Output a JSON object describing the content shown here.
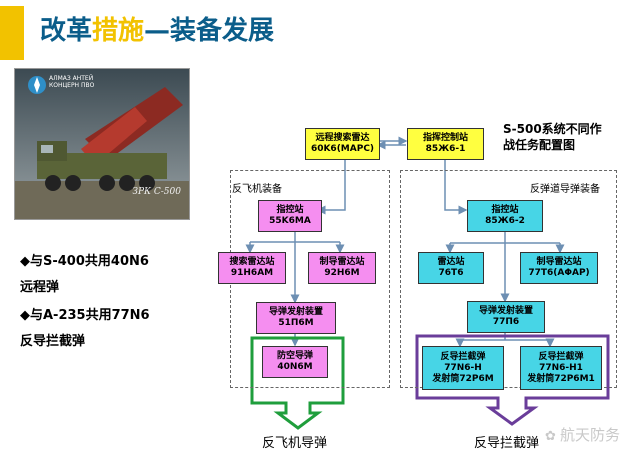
{
  "title": {
    "prefix": "改革",
    "highlight": "措施",
    "suffix": "—装备发展"
  },
  "photo": {
    "caption": "ЗРК С-500",
    "brand": "АЛМАЗ АНТЕЙ КОНЦЕРН ПВО"
  },
  "bullets": [
    {
      "line1": "◆与S-400共用40N6",
      "line2": "远程弹"
    },
    {
      "line1": "◆与A-235共用77N6",
      "line2": "反导拦截弹"
    }
  ],
  "system_title": "S-500系统不同作战任务配置图",
  "top_boxes": {
    "radar": {
      "name": "远程搜索雷达",
      "code": "60K6(MAPC)"
    },
    "command": {
      "name": "指挥控制站",
      "code": "85Ж6-1"
    }
  },
  "left_group": {
    "label": "反飞机装备",
    "control": {
      "name": "指控站",
      "code": "55K6MA"
    },
    "search_radar": {
      "name": "搜索雷达站",
      "code": "91H6AM"
    },
    "guidance_radar": {
      "name": "制导雷达站",
      "code": "92H6M"
    },
    "launcher": {
      "name": "导弹发射装置",
      "code": "51П6M"
    },
    "missile": {
      "name": "防空导弹",
      "code": "40N6M"
    },
    "output_label": "反飞机导弹"
  },
  "right_group": {
    "label": "反弹道导弹装备",
    "control": {
      "name": "指控站",
      "code": "85Ж6-2"
    },
    "radar": {
      "name": "雷达站",
      "code": "76T6"
    },
    "guidance_radar": {
      "name": "制导雷达站",
      "code": "77T6(AΦAP)"
    },
    "launcher": {
      "name": "导弹发射装置",
      "code": "77П6"
    },
    "missile1": {
      "name": "反导拦截弹",
      "code": "77N6-H",
      "tube": "发射筒72P6M"
    },
    "missile2": {
      "name": "反导拦截弹",
      "code": "77N6-H1",
      "tube": "发射筒72P6M1"
    },
    "output_label": "反导拦截弹"
  },
  "watermark": "航天防务",
  "colors": {
    "accent": "#f2c200",
    "title": "#0b5d8a",
    "pink": "#f58ef0",
    "cyan": "#47d5e6",
    "yellow": "#ffff40",
    "green": "#1f9e3c",
    "purple": "#6a3d9a"
  }
}
